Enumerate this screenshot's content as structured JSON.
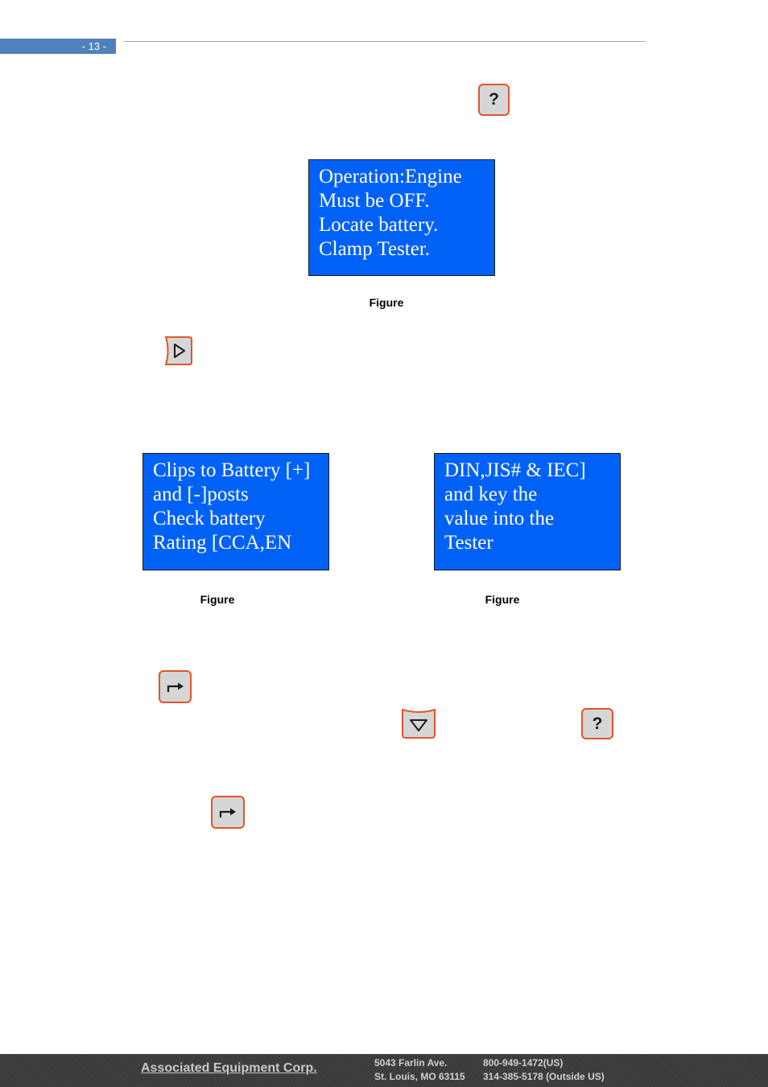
{
  "header": {
    "page_number": "- 13 -"
  },
  "keys": {
    "help": "?"
  },
  "screens": {
    "figure_a": [
      "Operation:Engine",
      "Must be OFF.",
      "Locate battery.",
      "Clamp Tester."
    ],
    "figure_b": [
      "Clips to Battery [+]",
      "and [-]posts",
      "Check battery",
      "Rating [CCA,EN"
    ],
    "figure_c": [
      "DIN,JIS# & IEC]",
      "and key the",
      "value into the",
      "Tester"
    ]
  },
  "captions": {
    "figure_a": "Figure",
    "figure_b": "Figure",
    "figure_c": "Figure"
  },
  "footer": {
    "company": "Associated Equipment Corp.",
    "address_line1": "5043 Farlin Ave.",
    "address_line2": "St. Louis, MO 63115",
    "phone_us": "800-949-1472(US)",
    "phone_intl": "314-385-5178 (Outside US)"
  },
  "colors": {
    "lcd_background": "#0061f7",
    "key_border": "#e1552a",
    "key_face": "#d6d6d6",
    "header_tab": "#4f81bd"
  }
}
